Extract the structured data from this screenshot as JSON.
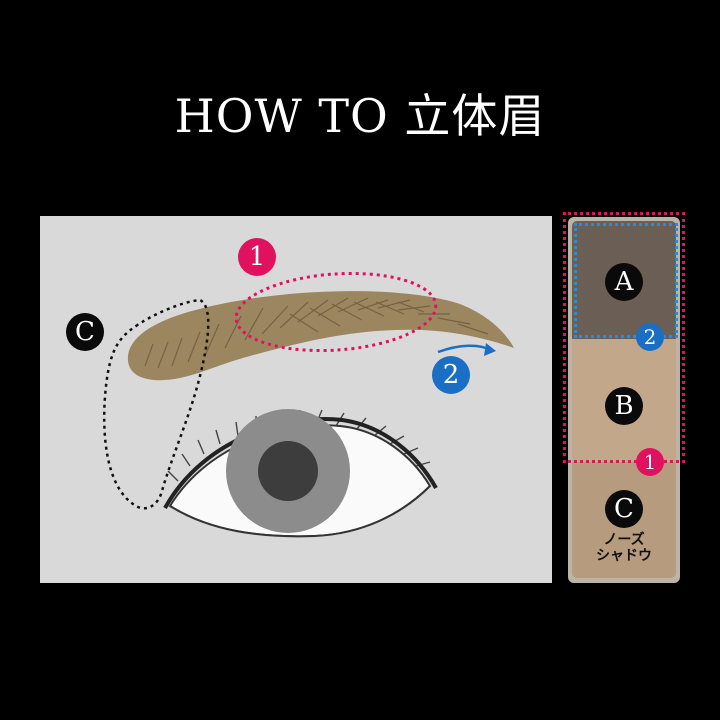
{
  "title": "HOW TO 立体眉",
  "illustration": {
    "badges": {
      "step1": "1",
      "step2": "2",
      "c": "C"
    }
  },
  "palette": {
    "pans": [
      {
        "label": "A"
      },
      {
        "label": "B"
      },
      {
        "label": "C",
        "caption_line1": "ノーズ",
        "caption_line2": "シャドウ"
      }
    ],
    "markers": {
      "blue": "2",
      "pink": "1"
    }
  },
  "colors": {
    "background": "#000000",
    "panel": "#d9d9d9",
    "brow": "#9b8660",
    "accent_pink": "#e0115f",
    "accent_blue": "#1a6fc4"
  }
}
